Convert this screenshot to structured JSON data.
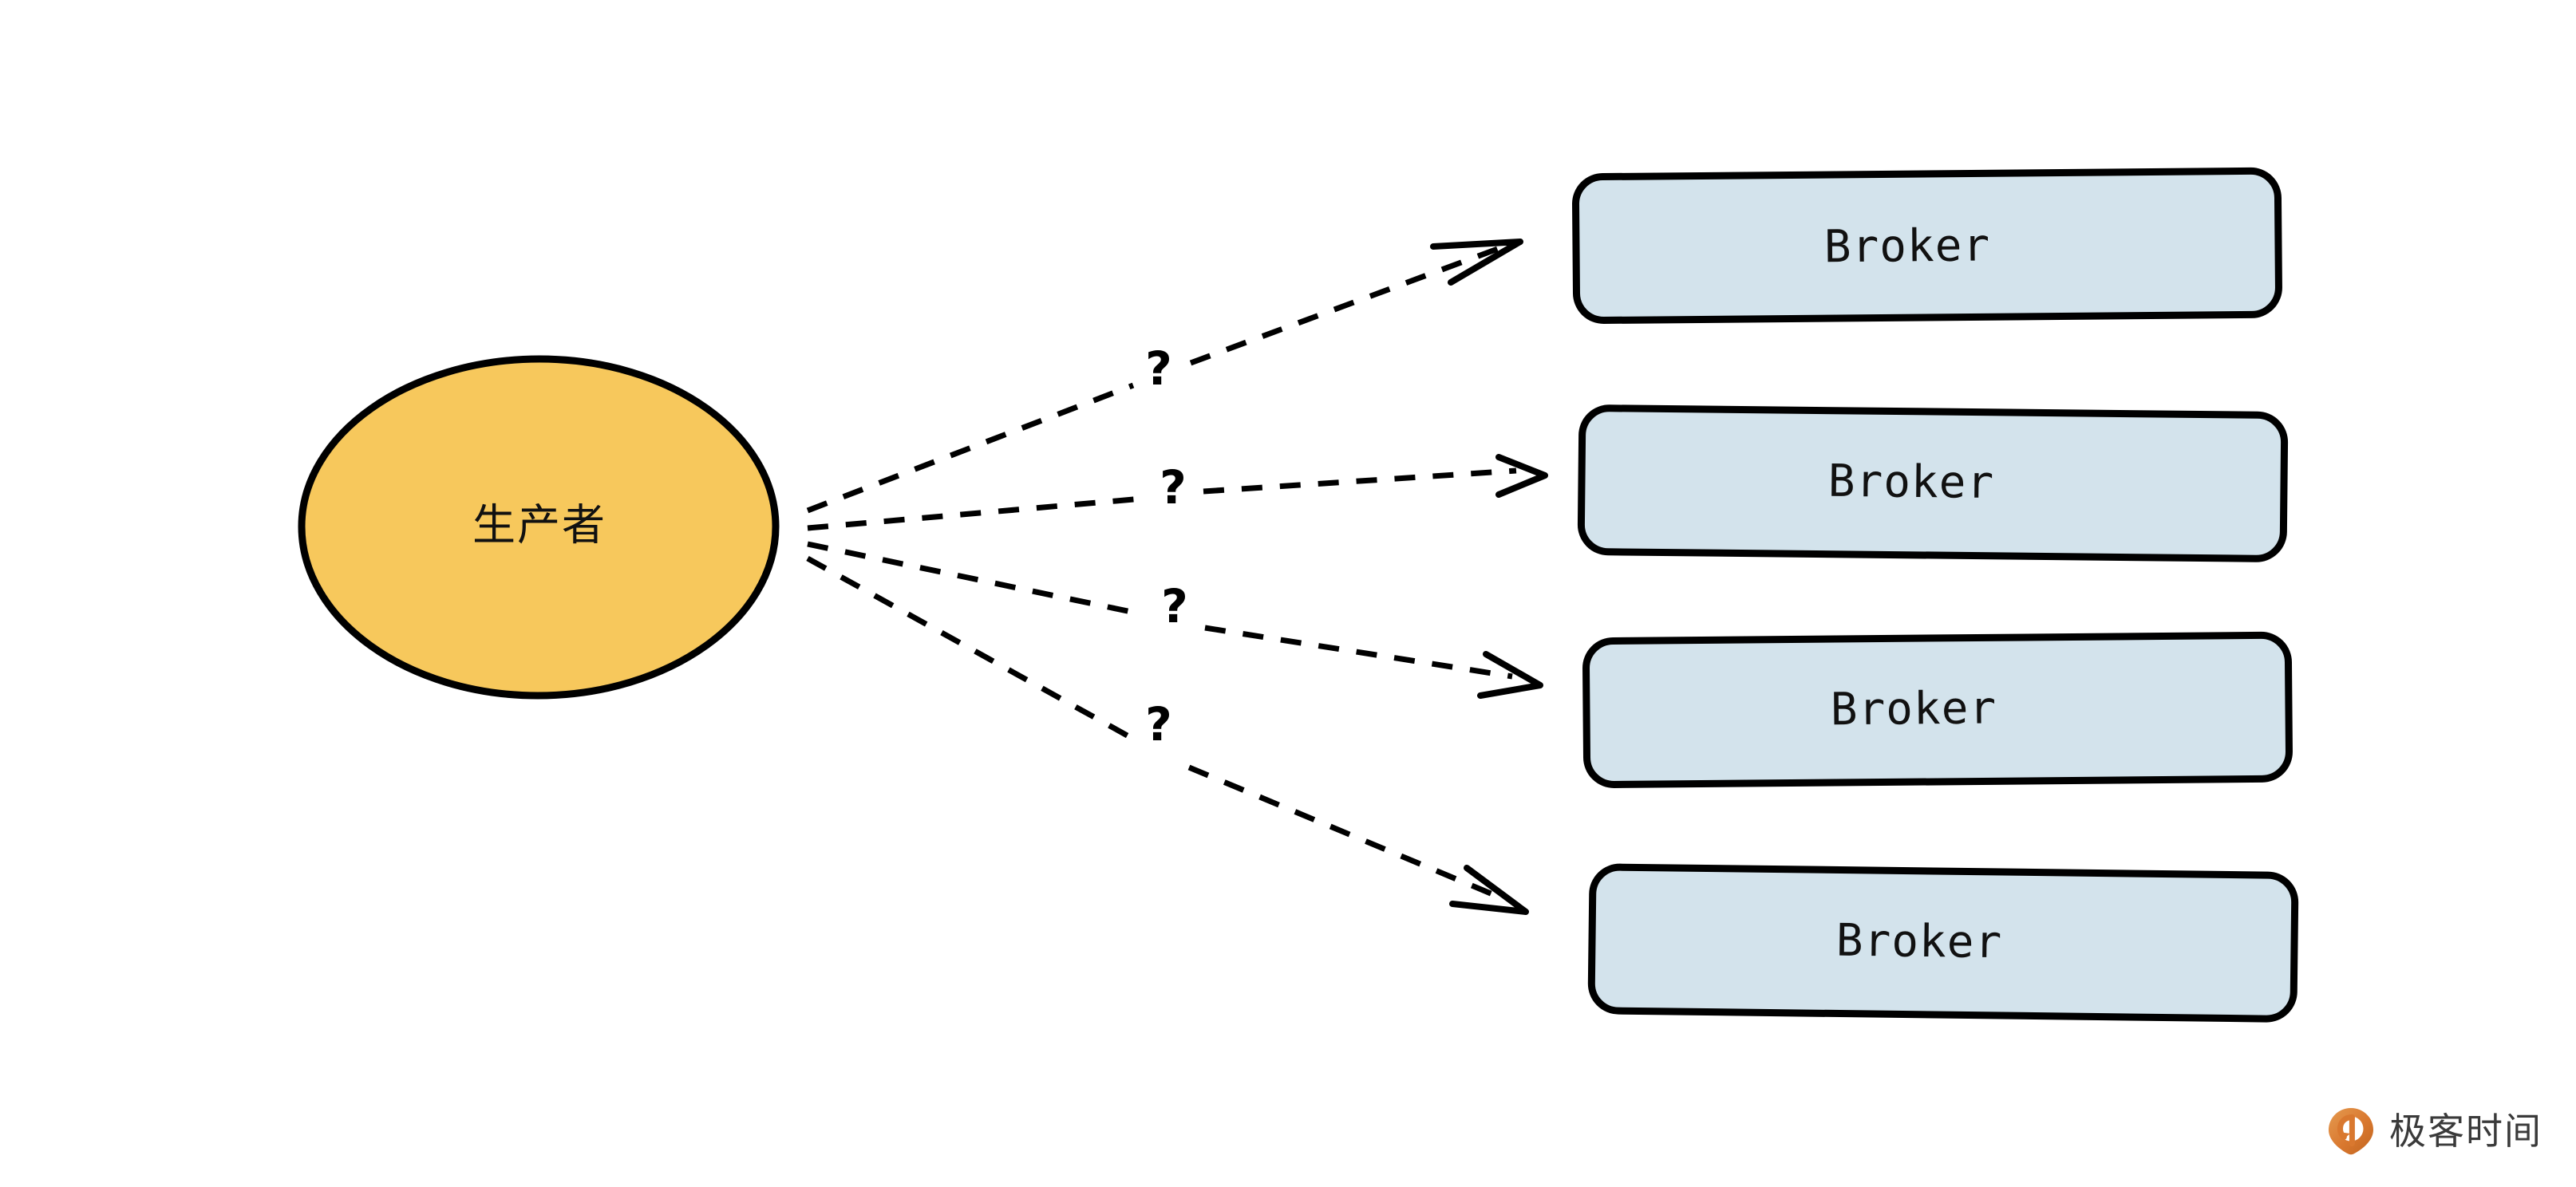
{
  "diagram": {
    "type": "flow-diagram",
    "background_color": "#ffffff",
    "producer": {
      "label": "生产者",
      "shape": "ellipse",
      "fill_color": "#F7C85C",
      "stroke_color": "#000000"
    },
    "brokers": [
      {
        "label": "Broker",
        "fill_color": "#D3E3EC",
        "stroke_color": "#000000"
      },
      {
        "label": "Broker",
        "fill_color": "#D3E3EC",
        "stroke_color": "#000000"
      },
      {
        "label": "Broker",
        "fill_color": "#D3E3EC",
        "stroke_color": "#000000"
      },
      {
        "label": "Broker",
        "fill_color": "#D3E3EC",
        "stroke_color": "#000000"
      }
    ],
    "edges": [
      {
        "label": "?",
        "style": "dashed",
        "arrow": "open",
        "from": "producer",
        "to": "broker-1"
      },
      {
        "label": "?",
        "style": "dashed",
        "arrow": "open",
        "from": "producer",
        "to": "broker-2"
      },
      {
        "label": "?",
        "style": "dashed",
        "arrow": "open",
        "from": "producer",
        "to": "broker-3"
      },
      {
        "label": "?",
        "style": "dashed",
        "arrow": "open",
        "from": "producer",
        "to": "broker-4"
      }
    ]
  },
  "watermark": {
    "text": "极客时间",
    "logo_color": "#D97B32",
    "text_color": "#3a3a3a"
  }
}
